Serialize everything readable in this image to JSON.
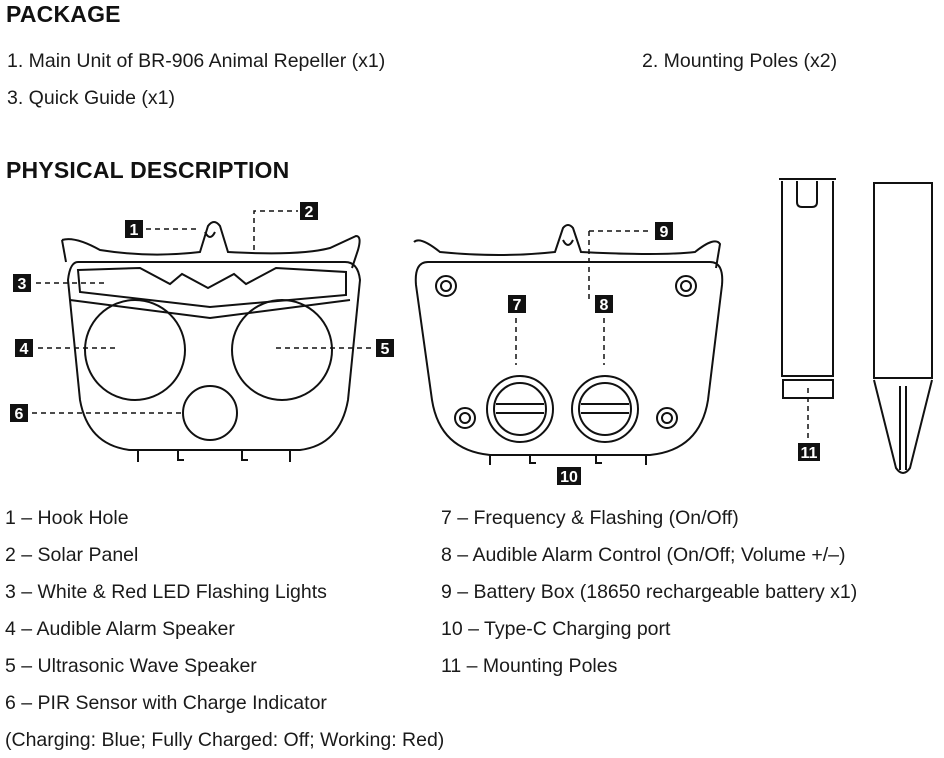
{
  "package": {
    "heading": "PACKAGE",
    "items": [
      "1. Main Unit of BR-906 Animal Repeller (x1)",
      "2. Mounting Poles (x2)",
      "3. Quick Guide (x1)"
    ]
  },
  "physical": {
    "heading": "PHYSICAL DESCRIPTION",
    "callouts": [
      "1",
      "2",
      "3",
      "4",
      "5",
      "6",
      "7",
      "8",
      "9",
      "10",
      "11"
    ],
    "legend_left": [
      "1 – Hook Hole",
      "2 – Solar Panel",
      "3 – White & Red LED Flashing Lights",
      "4 – Audible Alarm Speaker",
      "5 – Ultrasonic Wave Speaker",
      "6 – PIR Sensor with Charge Indicator",
      "(Charging: Blue; Fully Charged: Off; Working: Red)"
    ],
    "legend_right": [
      "7 – Frequency & Flashing (On/Off)",
      "8 – Audible Alarm Control (On/Off; Volume +/–)",
      "9 – Battery Box (18650 rechargeable battery x1)",
      "10 – Type-C Charging port",
      "11 –  Mounting Poles"
    ]
  }
}
